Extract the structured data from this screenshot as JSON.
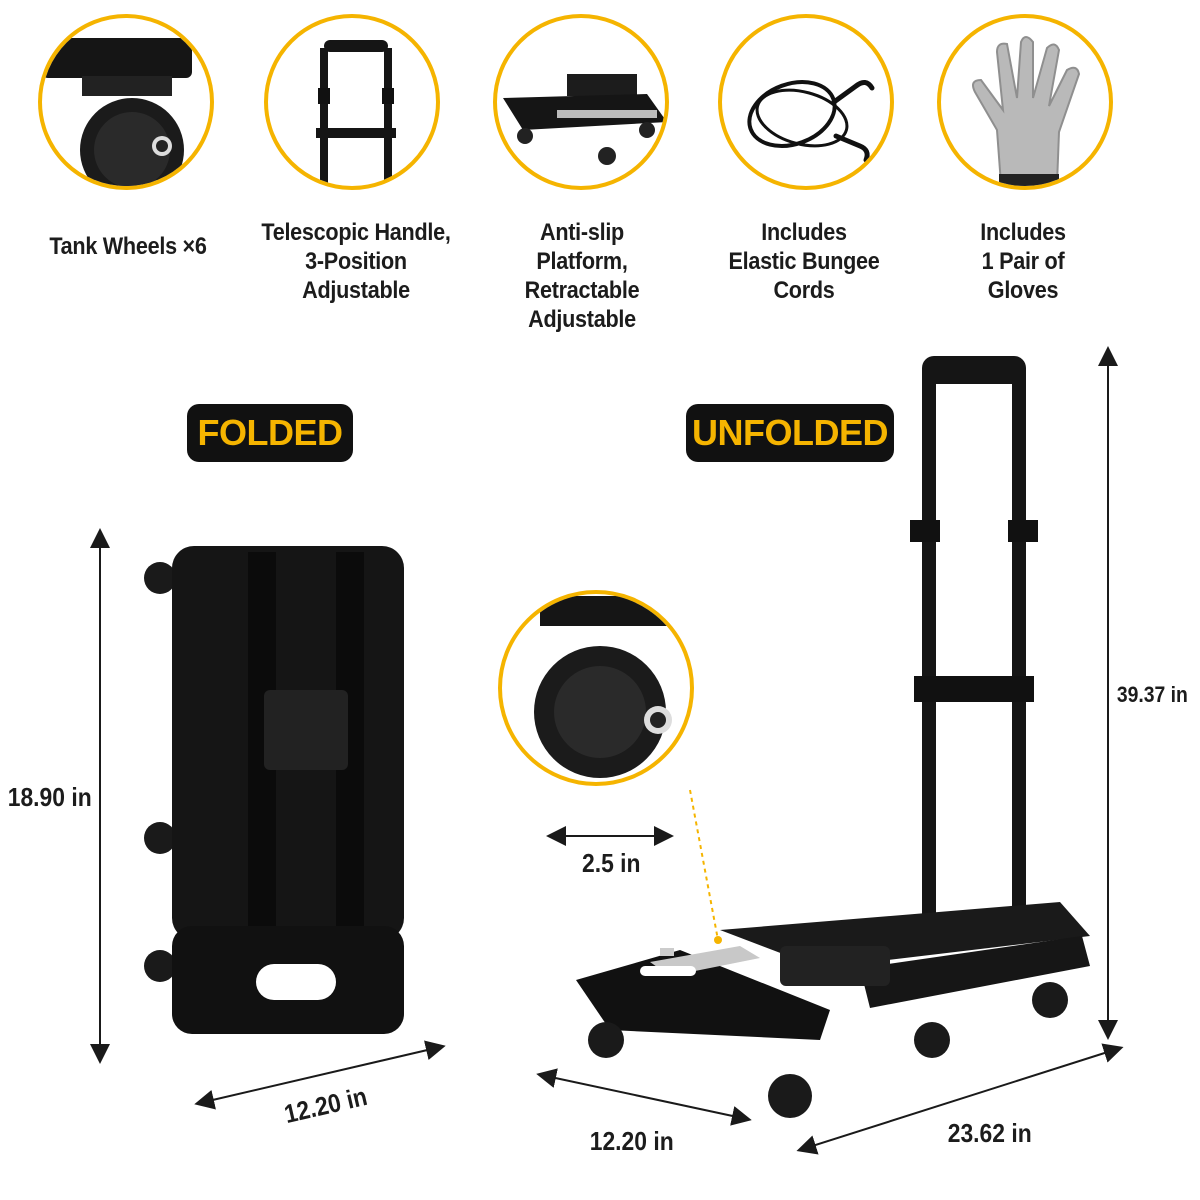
{
  "features": [
    {
      "icon": "wheel-icon",
      "label": "Tank Wheels ×6"
    },
    {
      "icon": "handle-icon",
      "label": "Telescopic Handle,\n3-Position\nAdjustable"
    },
    {
      "icon": "platform-icon",
      "label": "Anti-slip\nPlatform,\nRetractable\nAdjustable"
    },
    {
      "icon": "bungee-cord-icon",
      "label": "Includes\nElastic Bungee\nCords"
    },
    {
      "icon": "glove-icon",
      "label": "Includes\n1 Pair of\nGloves"
    }
  ],
  "badges": {
    "folded": "FOLDED",
    "unfolded": "UNFOLDED"
  },
  "dimensions": {
    "folded_height": "18.90 in",
    "folded_width": "12.20 in",
    "wheel_width": "2.5 in",
    "unfolded_height": "39.37 in",
    "unfolded_width": "12.20 in",
    "unfolded_length": "23.62 in"
  },
  "colors": {
    "accent": "#f5b400",
    "product": "#111111",
    "background": "#ffffff"
  }
}
